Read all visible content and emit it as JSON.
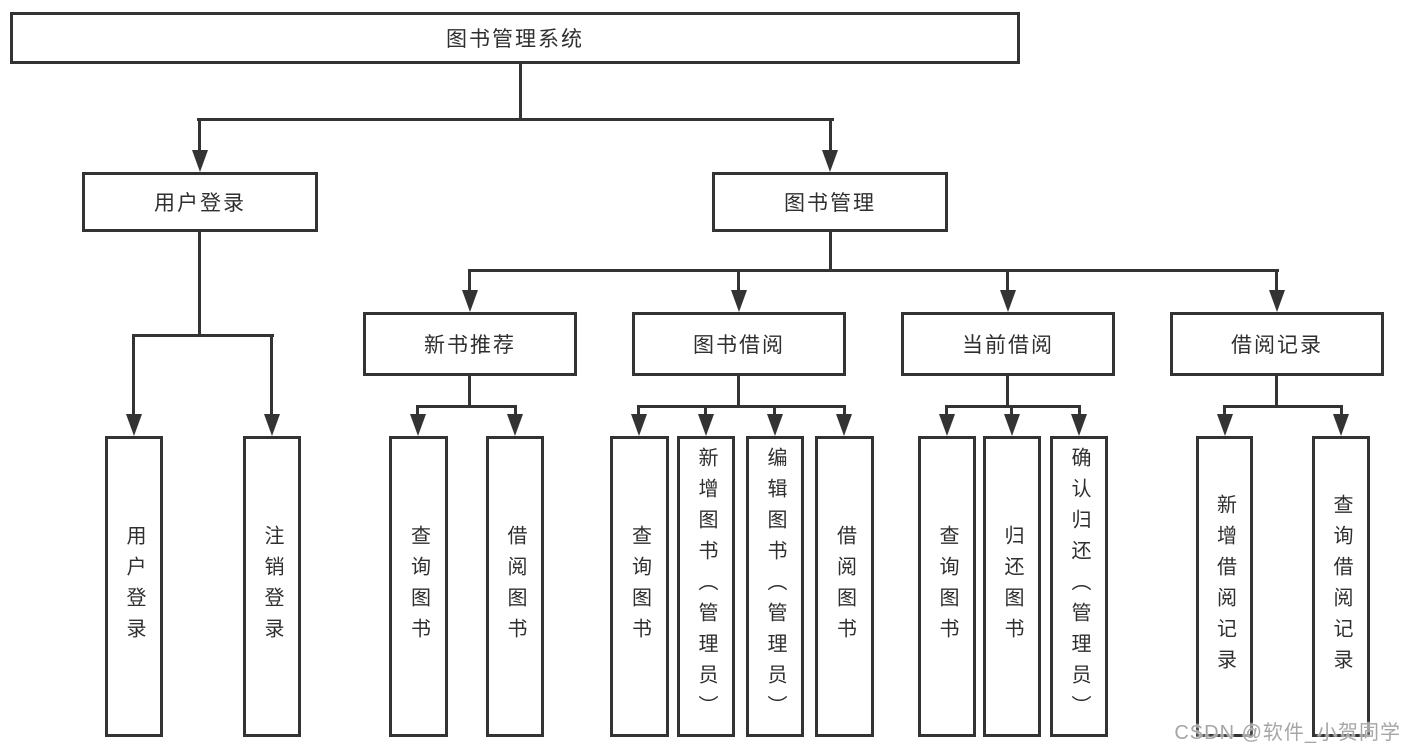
{
  "colors": {
    "line": "#333333",
    "box_border": "#333333",
    "box_fill": "#ffffff",
    "text": "#2f2f2f",
    "watermark": "#a6a6a6"
  },
  "watermark": {
    "text": "CSDN @软件_小贺同学"
  },
  "tree": {
    "label": "图书管理系统",
    "children": [
      {
        "label": "用户登录",
        "children": [
          {
            "label": "用户登录"
          },
          {
            "label": "注销登录"
          }
        ]
      },
      {
        "label": "图书管理",
        "children": [
          {
            "label": "新书推荐",
            "children": [
              {
                "label": "查询图书"
              },
              {
                "label": "借阅图书"
              }
            ]
          },
          {
            "label": "图书借阅",
            "children": [
              {
                "label": "查询图书"
              },
              {
                "label": "新增图书（管理员）"
              },
              {
                "label": "编辑图书（管理员）"
              },
              {
                "label": "借阅图书"
              }
            ]
          },
          {
            "label": "当前借阅",
            "children": [
              {
                "label": "查询图书"
              },
              {
                "label": "归还图书"
              },
              {
                "label": "确认归还（管理员）"
              }
            ]
          },
          {
            "label": "借阅记录",
            "children": [
              {
                "label": "新增借阅记录"
              },
              {
                "label": "查询借阅记录"
              }
            ]
          }
        ]
      }
    ]
  }
}
